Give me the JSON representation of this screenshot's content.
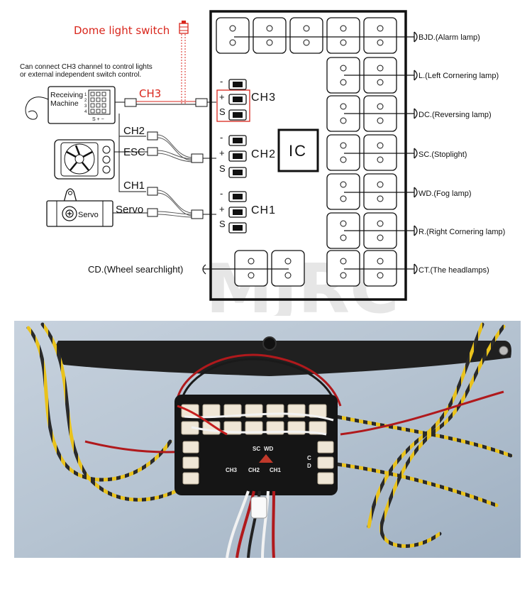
{
  "diagram": {
    "dome_light_switch": "Dome light switch",
    "note_line1": "Can connect CH3 channel to control lights",
    "note_line2": "or external independent switch control.",
    "receiver_line1": "Receiving",
    "receiver_line2": "Machine",
    "receiver_pin_numbers": [
      "1",
      "2",
      "3",
      "4"
    ],
    "receiver_pin_signs": "S + −",
    "wire_ch3": "CH3",
    "wire_ch2": "CH2",
    "wire_ch1": "CH1",
    "esc_label": "ESC",
    "servo_label": "Servo",
    "servo_body_text": "Servo",
    "ic_label": "IC",
    "pin_minus": "-",
    "pin_plus": "+",
    "pin_s": "S",
    "port_ch3": "CH3",
    "port_ch2": "CH2",
    "port_ch1": "CH1",
    "outputs": [
      "BJD.(Alarm lamp)",
      "L.(Left Cornering lamp)",
      "DC.(Reversing lamp)",
      "SC.(Stoplight)",
      "WD.(Fog lamp)",
      "R.(Right Cornering lamp)",
      "CT.(The headlamps)"
    ],
    "wheel_searchlight": "CD.(Wheel searchlight)",
    "watermark": "MJRC",
    "colors": {
      "accent_red": "#d9261c",
      "line": "#111111"
    }
  },
  "photo": {
    "board_port_labels": [
      "CH3",
      "CH2",
      "CH1"
    ],
    "board_side_labels": [
      "C",
      "D"
    ],
    "board_top_labels": [
      "SC",
      "WD"
    ]
  }
}
